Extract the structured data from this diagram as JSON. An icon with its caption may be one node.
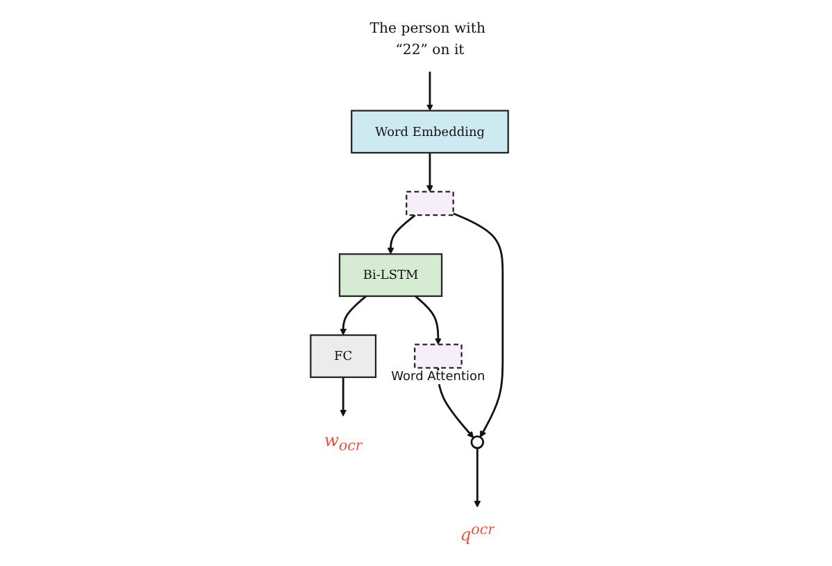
{
  "diagram": {
    "nodes": [
      {
        "text": [
          "The person with “22” on it"
        ]
      },
      {
        "text": [
          "Word Embedding"
        ]
      },
      {
        "text": [],
        "shape": "box"
      },
      {
        "text": [
          "Bi-LSTM"
        ]
      },
      {
        "text": [
          "FC"
        ]
      },
      {
        "text": [
          "w$_{ocr}$"
        ]
      },
      {
        "text": [],
        "shape": "circle"
      },
      {
        "text": [
          "q$^{ocr}$"
        ]
      },
      {
        "text": [],
        "shape": "box",
        "beside": [
          "Word Attention"
        ]
      }
    ],
    "edges": [
      {
        "from": 0,
        "to": 1,
        "arrow": "to"
      },
      {
        "from": 1,
        "to": 2,
        "arrow": "to"
      },
      {
        "from": 2,
        "to": 3,
        "arrow": "to"
      },
      {
        "from": 3,
        "to": 4,
        "arrow": "to"
      },
      {
        "from": 4,
        "to": 5,
        "arrow": "to"
      },
      {
        "from": 3,
        "to": 8,
        "arrow": "to"
      },
      {
        "from": 2,
        "to": 6,
        "arrow": "to"
      },
      {
        "from": 8,
        "to": 6,
        "arrow": "to"
      },
      {
        "from": 6,
        "to": 7,
        "arrow": "to"
      }
    ]
  }
}
